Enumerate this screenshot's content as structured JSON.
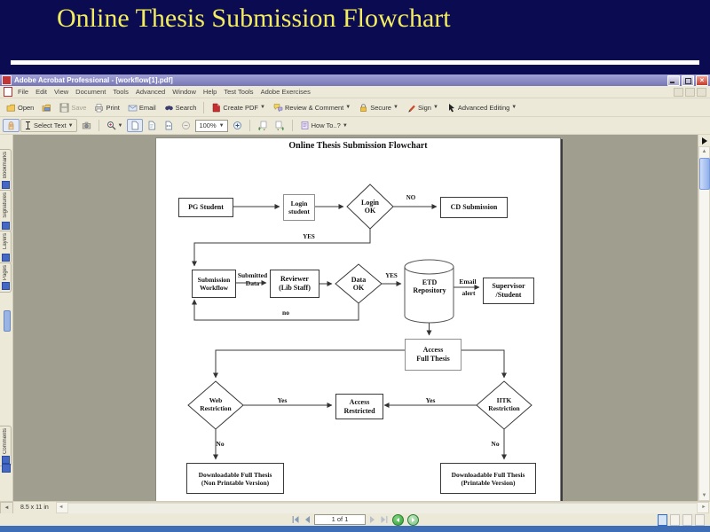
{
  "slide": {
    "title": "Online Thesis Submission Flowchart"
  },
  "window": {
    "title": "Adobe Acrobat Professional - [workflow[1].pdf]",
    "menus": [
      "File",
      "Edit",
      "View",
      "Document",
      "Tools",
      "Advanced",
      "Window",
      "Help",
      "Test Tools",
      "Adobe Exercises"
    ],
    "toolbar": {
      "open": "Open",
      "save": "Save",
      "print": "Print",
      "email": "Email",
      "search": "Search",
      "create_pdf": "Create PDF",
      "review_comment": "Review & Comment",
      "secure": "Secure",
      "sign": "Sign",
      "advanced_editing": "Advanced Editing",
      "select_text": "Select Text",
      "zoom_level": "100%",
      "how_to": "How To..?"
    },
    "sidebar_tabs": [
      "Bookmarks",
      "Signatures",
      "Layers",
      "Pages",
      "Comments"
    ],
    "status": {
      "page_size": "8.5 x 11 in",
      "page_nav": "1 of 1"
    }
  },
  "flowchart": {
    "title": "Online Thesis Submission Flowchart",
    "labels": {
      "pg_student": "PG Student",
      "login1": "Login",
      "login2": "student",
      "login_ok1": "Login",
      "login_ok2": "OK",
      "no_top": "NO",
      "cd_submission": "CD Submission",
      "yes_top": "YES",
      "submission1": "Submission",
      "submission2": "Workflow",
      "submitted1": "Submitted",
      "submitted2": "Data",
      "reviewer1": "Reviewer",
      "reviewer2": "(Lib Staff)",
      "data_ok1": "Data",
      "data_ok2": "OK",
      "yes_mid": "YES",
      "etd1": "ETD",
      "etd2": "Repository",
      "email1": "Email",
      "email2": "alert",
      "supervisor1": "Supervisor",
      "supervisor2": "/Student",
      "no_mid": "no",
      "access_full1": "Access",
      "access_full2": "Full Thesis",
      "web1": "Web",
      "web2": "Restriction",
      "iitk1": "IITK",
      "iitk2": "Restriction",
      "yes_left": "Yes",
      "yes_right": "Yes",
      "access_restricted1": "Access",
      "access_restricted2": "Restricted",
      "no_left": "No",
      "no_right": "No",
      "down_np1": "Downloadable Full Thesis",
      "down_np2": "(Non Printable Version)",
      "down_p1": "Downloadable Full Thesis",
      "down_p2": "(Printable Version)"
    }
  }
}
